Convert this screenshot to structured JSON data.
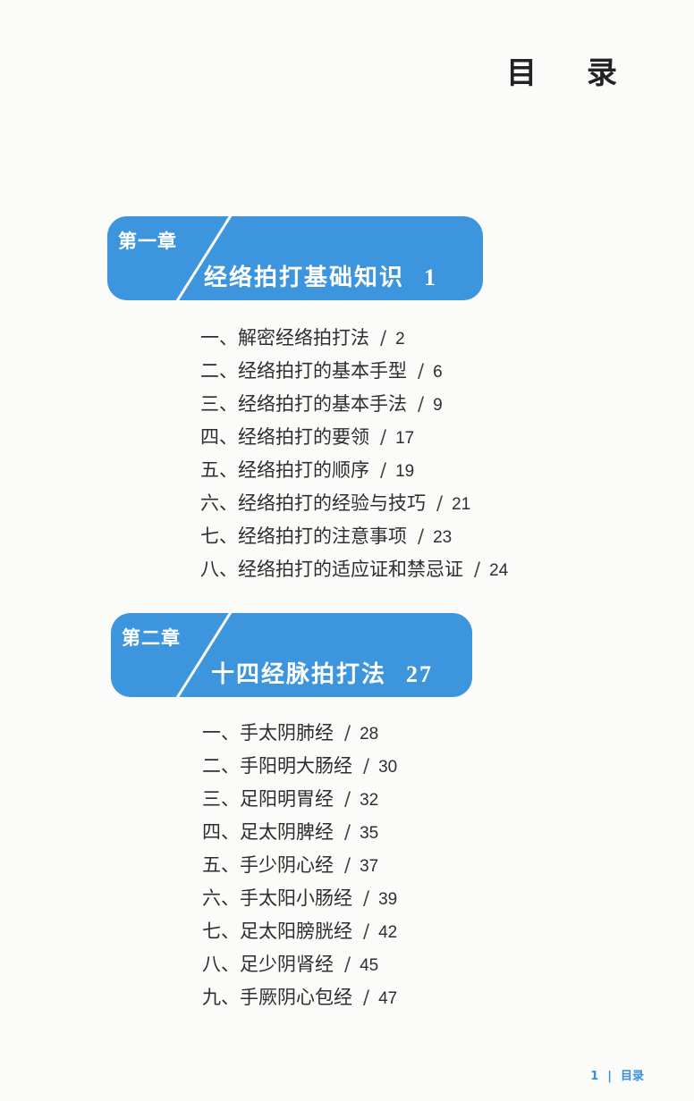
{
  "page": {
    "title": "目 录"
  },
  "chapters": [
    {
      "label": "第一章",
      "title": "经络拍打基础知识",
      "page": "1",
      "items": [
        {
          "text": "一、解密经络拍打法",
          "page": "2"
        },
        {
          "text": "二、经络拍打的基本手型",
          "page": "6"
        },
        {
          "text": "三、经络拍打的基本手法",
          "page": "9"
        },
        {
          "text": "四、经络拍打的要领",
          "page": "17"
        },
        {
          "text": "五、经络拍打的顺序",
          "page": "19"
        },
        {
          "text": "六、经络拍打的经验与技巧",
          "page": "21"
        },
        {
          "text": "七、经络拍打的注意事项",
          "page": "23"
        },
        {
          "text": "八、经络拍打的适应证和禁忌证",
          "page": "24"
        }
      ]
    },
    {
      "label": "第二章",
      "title": "十四经脉拍打法",
      "page": "27",
      "items": [
        {
          "text": "一、手太阴肺经",
          "page": "28"
        },
        {
          "text": "二、手阳明大肠经",
          "page": "30"
        },
        {
          "text": "三、足阳明胃经",
          "page": "32"
        },
        {
          "text": "四、足太阴脾经",
          "page": "35"
        },
        {
          "text": "五、手少阴心经",
          "page": "37"
        },
        {
          "text": "六、手太阳小肠经",
          "page": "39"
        },
        {
          "text": "七、足太阳膀胱经",
          "page": "42"
        },
        {
          "text": "八、足少阴肾经",
          "page": "45"
        },
        {
          "text": "九、手厥阴心包经",
          "page": "47"
        }
      ]
    }
  ],
  "separator": "/",
  "footer": {
    "page_number": "1",
    "divider": "|",
    "section": "目录"
  },
  "colors": {
    "banner": "#3d95de",
    "footer": "#3b8fd8"
  }
}
